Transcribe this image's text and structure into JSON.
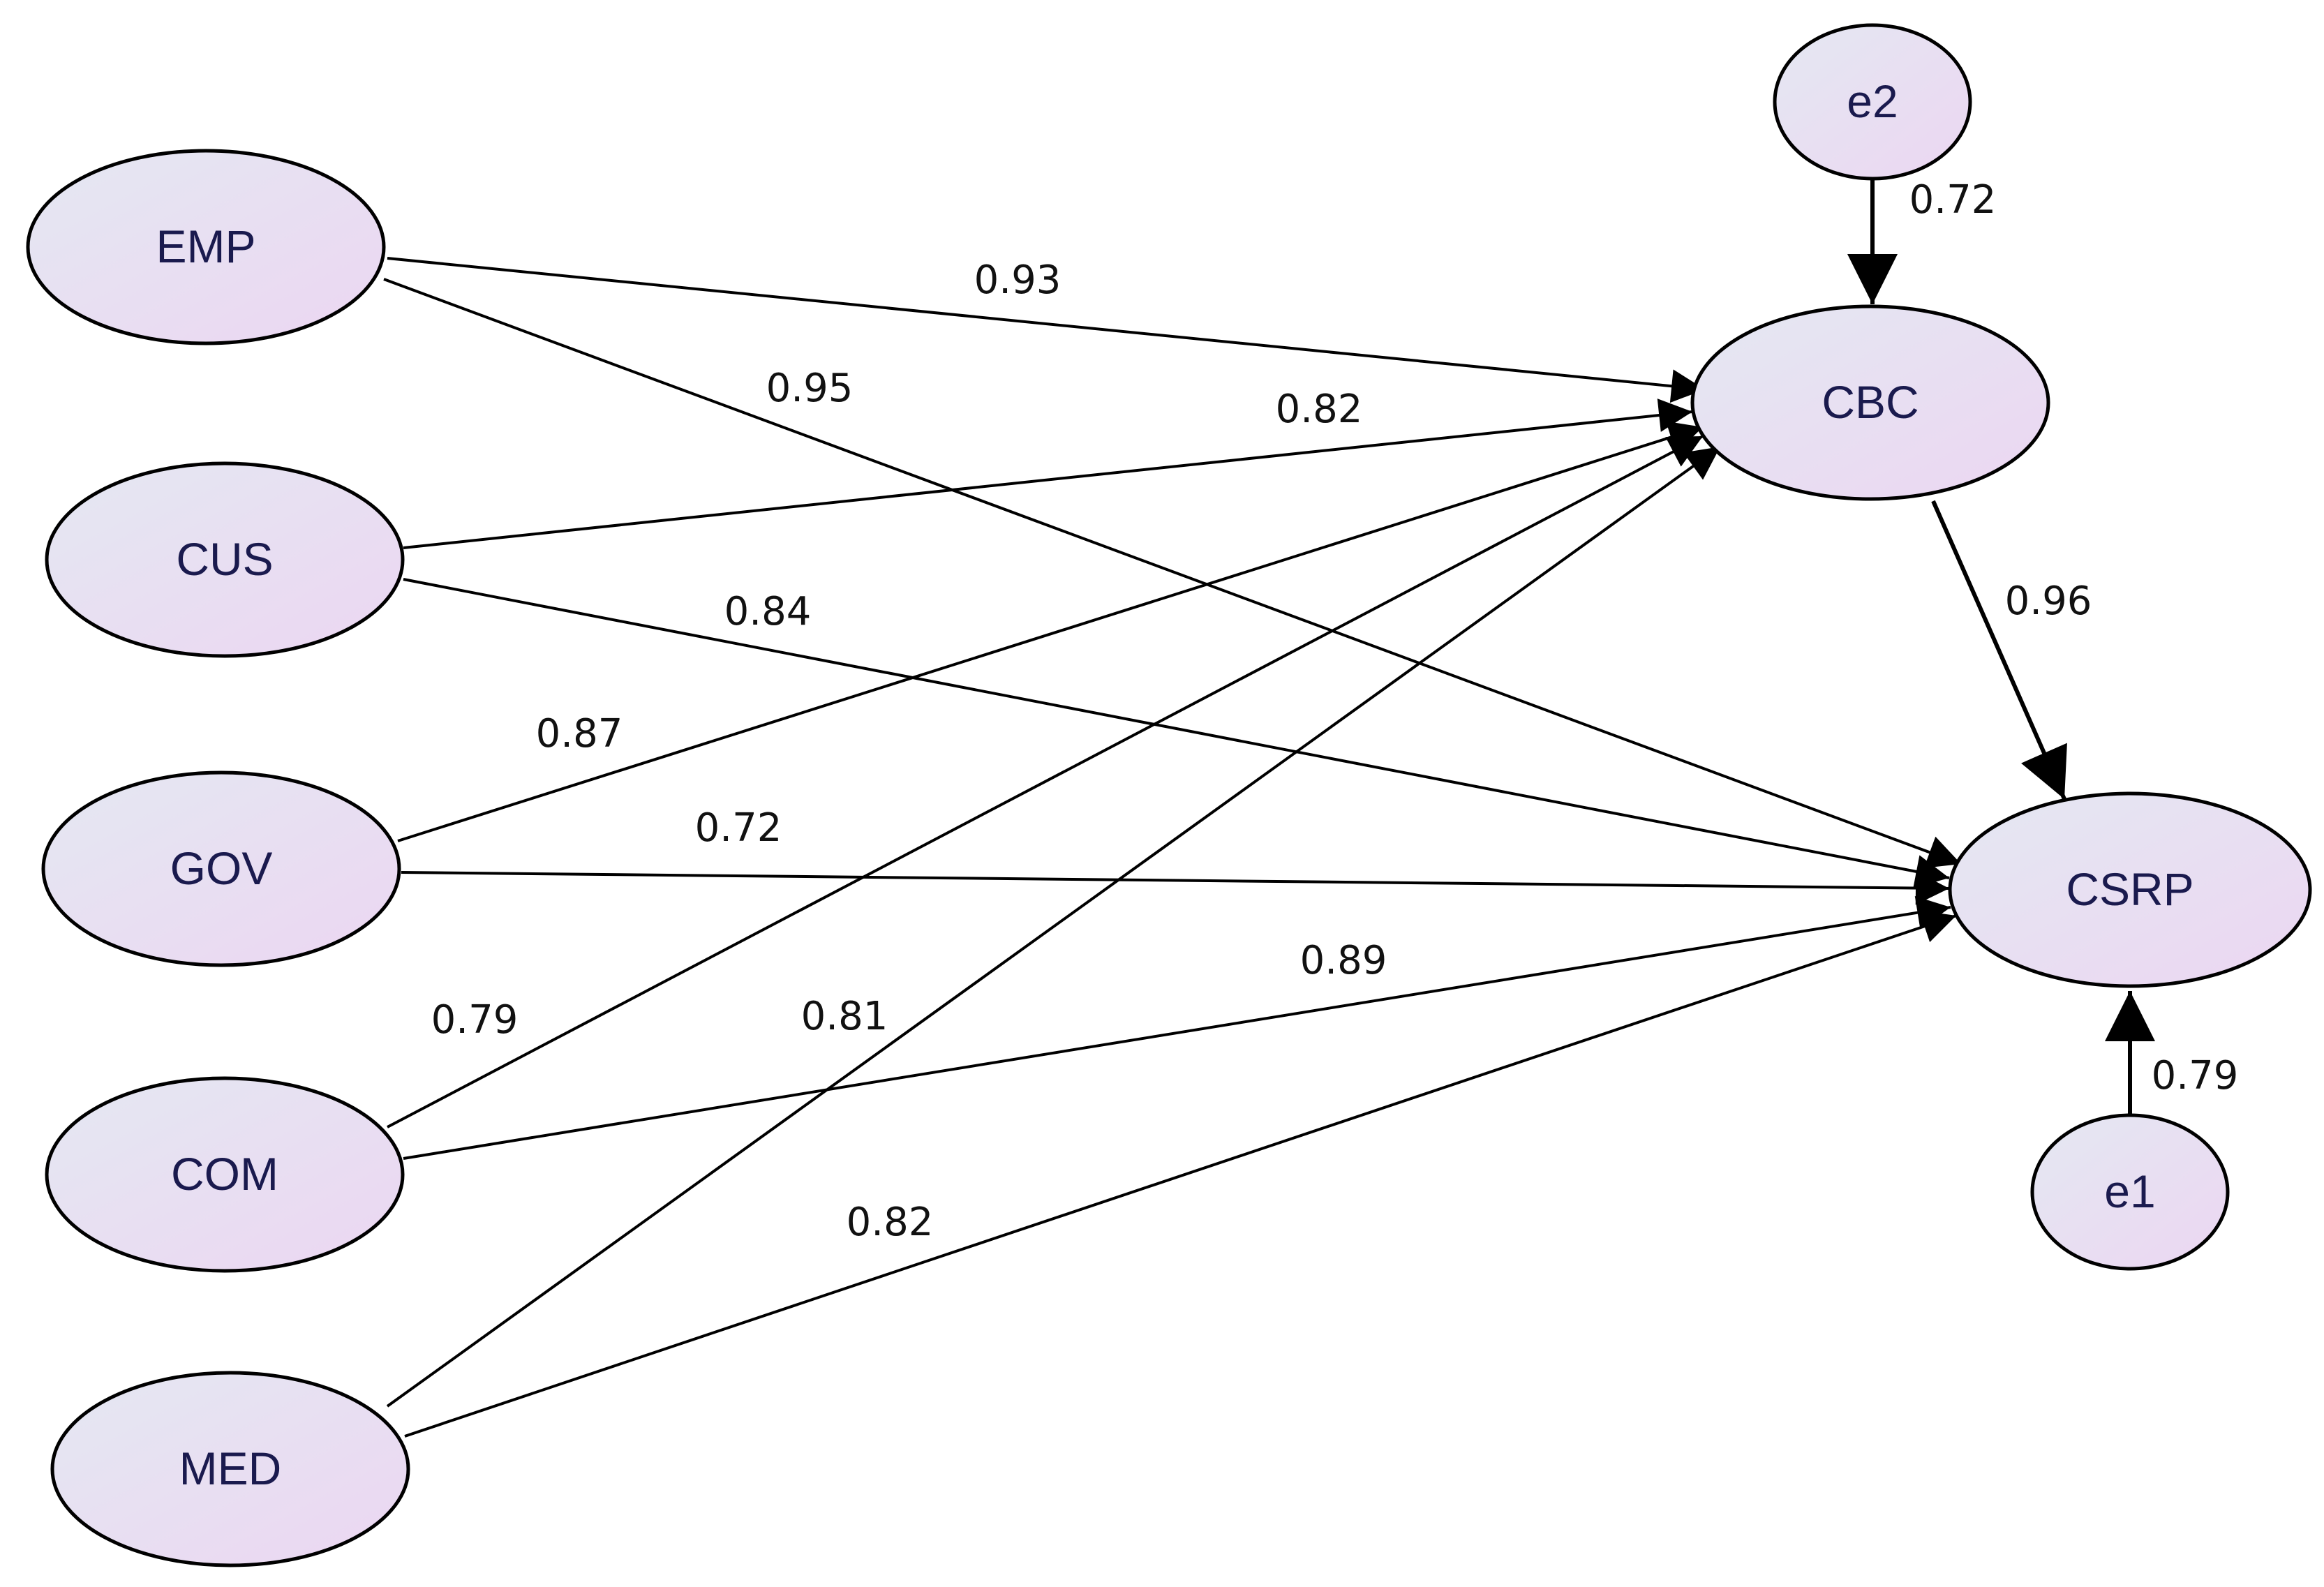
{
  "colors": {
    "node_fill_light": "#e4e8f2",
    "node_fill_dark": "#ecd6f2",
    "line": "#000000",
    "text": "#1a1a4e"
  },
  "nodes": {
    "EMP": {
      "label": "EMP"
    },
    "CUS": {
      "label": "CUS"
    },
    "GOV": {
      "label": "GOV"
    },
    "COM": {
      "label": "COM"
    },
    "MED": {
      "label": "MED"
    },
    "CBC": {
      "label": "CBC"
    },
    "CSRP": {
      "label": "CSRP"
    },
    "e2": {
      "label": "e2"
    },
    "e1": {
      "label": "e1"
    }
  },
  "edges": [
    {
      "from": "EMP",
      "to": "CBC",
      "label": "0.93"
    },
    {
      "from": "EMP",
      "to": "CSRP",
      "label": "0.95"
    },
    {
      "from": "CUS",
      "to": "CBC",
      "label": "0.82"
    },
    {
      "from": "CUS",
      "to": "CSRP",
      "label": "0.84"
    },
    {
      "from": "GOV",
      "to": "CBC",
      "label": "0.87"
    },
    {
      "from": "GOV",
      "to": "CSRP",
      "label": "0.72"
    },
    {
      "from": "COM",
      "to": "CBC",
      "label": "0.79"
    },
    {
      "from": "COM",
      "to": "CSRP",
      "label": "0.89"
    },
    {
      "from": "MED",
      "to": "CBC",
      "label": "0.81"
    },
    {
      "from": "MED",
      "to": "CSRP",
      "label": "0.82"
    },
    {
      "from": "CBC",
      "to": "CSRP",
      "label": "0.96"
    },
    {
      "from": "e2",
      "to": "CBC",
      "label": "0.72"
    },
    {
      "from": "e1",
      "to": "CSRP",
      "label": "0.79"
    }
  ]
}
